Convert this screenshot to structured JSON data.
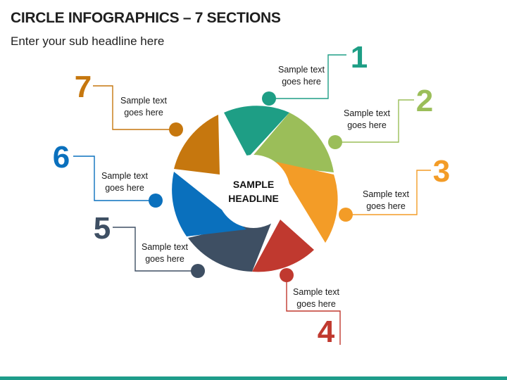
{
  "title": "CIRCLE INFOGRAPHICS – 7 SECTIONS",
  "subtitle": "Enter your sub headline here",
  "center": {
    "line1": "SAMPLE",
    "line2": "HEADLINE"
  },
  "sections": [
    {
      "number": "1",
      "text_line1": "Sample text",
      "text_line2": "goes here",
      "color": "#1e9e85"
    },
    {
      "number": "2",
      "text_line1": "Sample text",
      "text_line2": "goes here",
      "color": "#9bbe59"
    },
    {
      "number": "3",
      "text_line1": "Sample text",
      "text_line2": "goes here",
      "color": "#f39c27"
    },
    {
      "number": "4",
      "text_line1": "Sample text",
      "text_line2": "goes here",
      "color": "#c0392f"
    },
    {
      "number": "5",
      "text_line1": "Sample text",
      "text_line2": "goes here",
      "color": "#3e4f63"
    },
    {
      "number": "6",
      "text_line1": "Sample text",
      "text_line2": "goes here",
      "color": "#0a70bd"
    },
    {
      "number": "7",
      "text_line1": "Sample text",
      "text_line2": "goes here",
      "color": "#c6770e"
    }
  ],
  "accent_bar_color": "#1e9c8a"
}
